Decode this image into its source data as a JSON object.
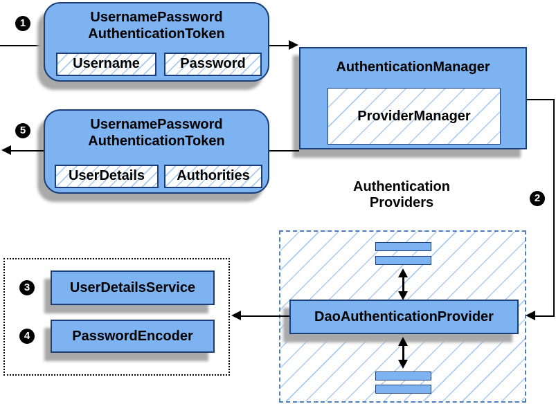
{
  "colors": {
    "background": "#ffffff",
    "node_fill": "#7eb3f1",
    "node_border": "#1c3e78",
    "hatch_line": "#a9cbf2",
    "dashed_border_blue": "#4d7ec0",
    "shadow_gray": "#a9a9a9",
    "line_black": "#000000"
  },
  "badges": {
    "step1": "1",
    "step2": "2",
    "step3": "3",
    "step4": "4",
    "step5": "5"
  },
  "request_token": {
    "title_line1": "UsernamePassword",
    "title_line2": "AuthenticationToken",
    "fields": [
      {
        "label": "Username"
      },
      {
        "label": "Password"
      }
    ]
  },
  "authentication_manager": {
    "title": "AuthenticationManager",
    "provider_manager_label": "ProviderManager"
  },
  "result_token": {
    "title_line1": "UsernamePassword",
    "title_line2": "AuthenticationToken",
    "fields": [
      {
        "label": "UserDetails"
      },
      {
        "label": "Authorities"
      }
    ]
  },
  "authentication_providers": {
    "label_line1": "Authentication",
    "label_line2": "Providers",
    "dao_provider_label": "DaoAuthenticationProvider"
  },
  "credential_services": {
    "user_details_service_label": "UserDetailsService",
    "password_encoder_label": "PasswordEncoder"
  }
}
